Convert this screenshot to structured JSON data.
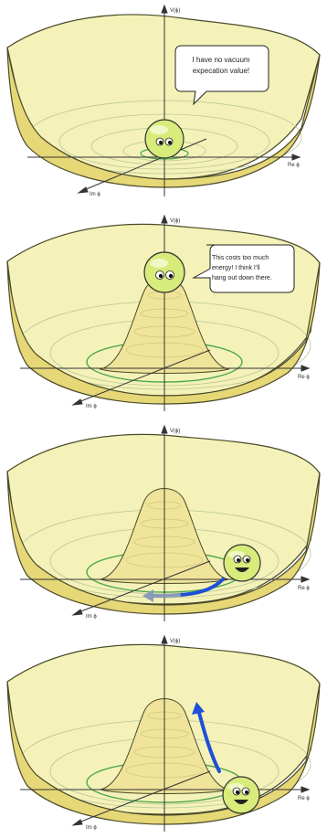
{
  "colors": {
    "bowl_fill": "#f4f2b8",
    "bowl_side": "#e6d777",
    "bowl_edge": "#4a4a2a",
    "contour": "#b9c69a",
    "ring": "#4fa84f",
    "ball": "#d7ec7a",
    "arrow_blue": "#1f4fd8",
    "arrow_gray": "#8a9bb8"
  },
  "panels": [
    {
      "axis_v": "V(ϕ)",
      "axis_re": "Re ϕ",
      "axis_im": "Im ϕ",
      "speech": [
        "I have no vacuum",
        "expecation value!"
      ],
      "face": "content"
    },
    {
      "axis_v": "V(ϕ)",
      "axis_re": "Re ϕ",
      "axis_im": "Im ϕ",
      "speech": [
        "This costs too much",
        "energy! I think I’ll",
        "hang out down there."
      ],
      "face": "content"
    },
    {
      "axis_v": "V(ϕ)",
      "axis_re": "Re ϕ",
      "axis_im": "Im ϕ",
      "face": "happy",
      "arrow": "around-trough"
    },
    {
      "axis_v": "V(ϕ)",
      "axis_re": "Re ϕ",
      "axis_im": "Im ϕ",
      "face": "happy",
      "arrow": "up-hill"
    }
  ]
}
